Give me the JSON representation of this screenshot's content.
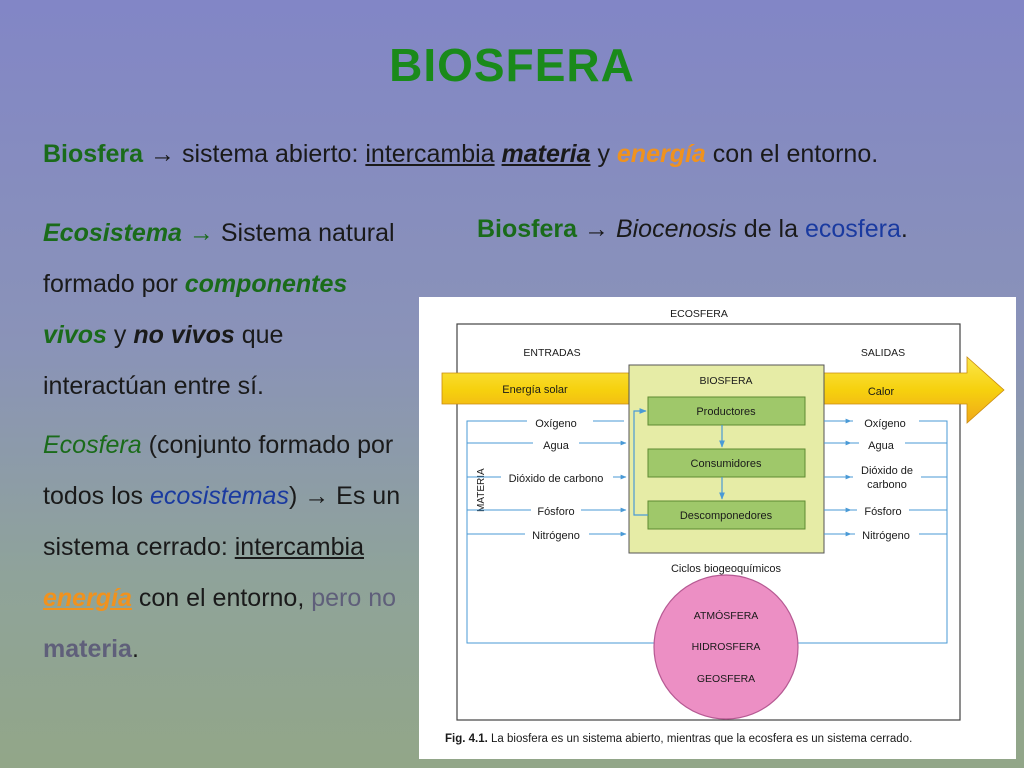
{
  "title": "BIOSFERA",
  "line1": {
    "biosfera": "Biosfera",
    "arrow_text": " → sistema abierto: ",
    "intercambia": "intercambia",
    "materia": "materia",
    "y": " y ",
    "energia": "energía",
    "rest": " con el entorno."
  },
  "ecosistema_block": {
    "term": "Ecosistema",
    "arrow": " → ",
    "t1": "Sistema natural formado por ",
    "componentes": "componentes vivos",
    "y": " y ",
    "no_vivos": "no vivos",
    "t2": " que interactúan entre sí."
  },
  "ecosfera_block": {
    "term": "Ecosfera",
    "t1": " (conjunto formado por todos los ",
    "ecosistemas": "ecosistemas",
    "t2": ") → Es un sistema cerrado: ",
    "intercambia": "intercambia",
    "sp": " ",
    "energia": "energía",
    "t3": " con el entorno, ",
    "pero_no": "pero no",
    "sp2": " ",
    "materia": "materia",
    "dot": "."
  },
  "right_line": {
    "biosfera": "Biosfera",
    "arrow": " → ",
    "biocenosis": "Biocenosis",
    "de_la": " de la ",
    "ecosfera": "ecosfera",
    "dot": "."
  },
  "diagram": {
    "ecosfera_label": "ECOSFERA",
    "entradas": "ENTRADAS",
    "salidas": "SALIDAS",
    "energia_solar": "Energía solar",
    "calor": "Calor",
    "biosfera_label": "BIOSFERA",
    "productores": "Productores",
    "consumidores": "Consumidores",
    "descomponedores": "Descomponedores",
    "materia_label": "MATERIA",
    "inputs": [
      "Oxígeno",
      "Agua",
      "Dióxido de carbono",
      "Fósforo",
      "Nitrógeno"
    ],
    "outputs": [
      "Oxígeno",
      "Agua",
      "Dióxido de",
      "carbono",
      "Fósforo",
      "Nitrógeno"
    ],
    "ciclos": "Ciclos biogeoquímicos",
    "atmosfera": "ATMÓSFERA",
    "hidrosfera": "HIDROSFERA",
    "geosfera": "GEOSFERA",
    "caption_fig": "Fig. 4.1.",
    "caption_text": " La biosfera es un sistema abierto, mientras que la ecosfera es un sistema cerrado."
  },
  "colors": {
    "title_green": "#1a8a1a",
    "term_green": "#1a6b1a",
    "orange": "#f0921e",
    "blue": "#1a3aa0",
    "biosfera_box": "#e6eca6",
    "node_green": "#9fc86a",
    "circle_pink": "#ec8fc4",
    "flow_blue": "#4a9ad6",
    "arrow_yellow": "#f6d10e"
  }
}
